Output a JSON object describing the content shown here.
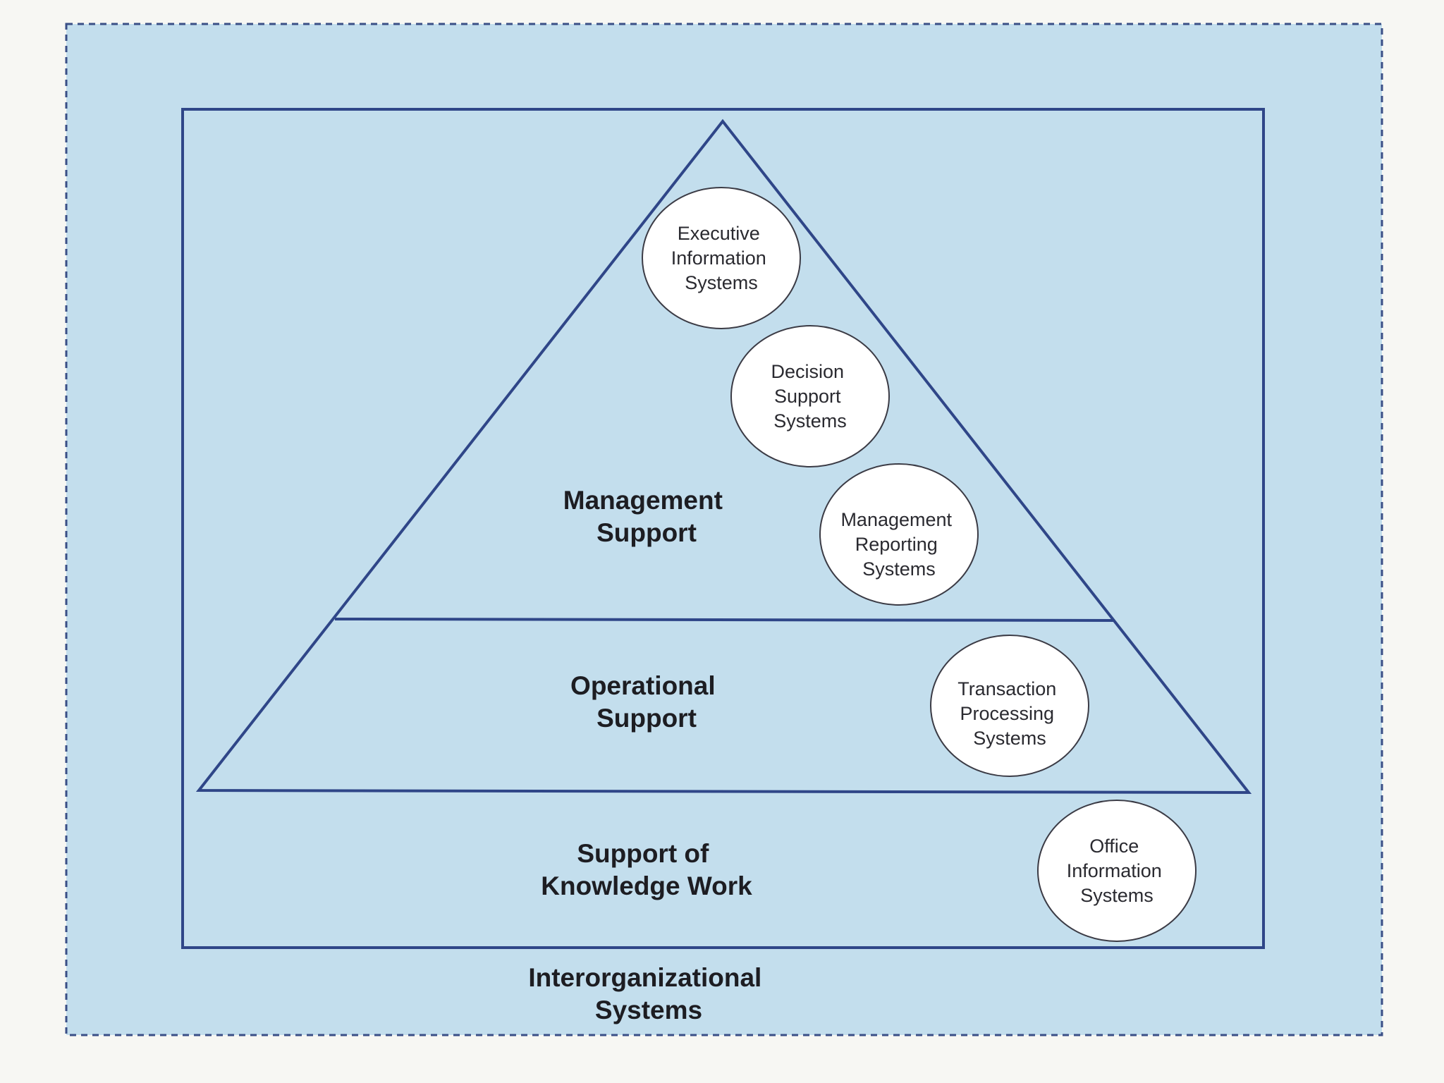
{
  "colors": {
    "page_background": "#f7f7f3",
    "panel_fill": "#c3deed",
    "panel_border": "#3a4f86",
    "structure_stroke": "#2f4688",
    "circle_fill": "#ffffff",
    "circle_stroke": "#3b3b45",
    "text": "#1d1d22"
  },
  "regions": {
    "management": [
      "Management",
      "Support"
    ],
    "operational": [
      "Operational",
      "Support"
    ],
    "knowledge": [
      "Support of",
      "Knowledge Work"
    ],
    "interorganizational": [
      "Interorganizational",
      "Systems"
    ]
  },
  "systems": {
    "executive": [
      "Executive",
      "Information",
      "Systems"
    ],
    "decision": [
      "Decision",
      "Support",
      "Systems"
    ],
    "reporting": [
      "Management",
      "Reporting",
      "Systems"
    ],
    "transaction": [
      "Transaction",
      "Processing",
      "Systems"
    ],
    "office": [
      "Office",
      "Information",
      "Systems"
    ]
  }
}
